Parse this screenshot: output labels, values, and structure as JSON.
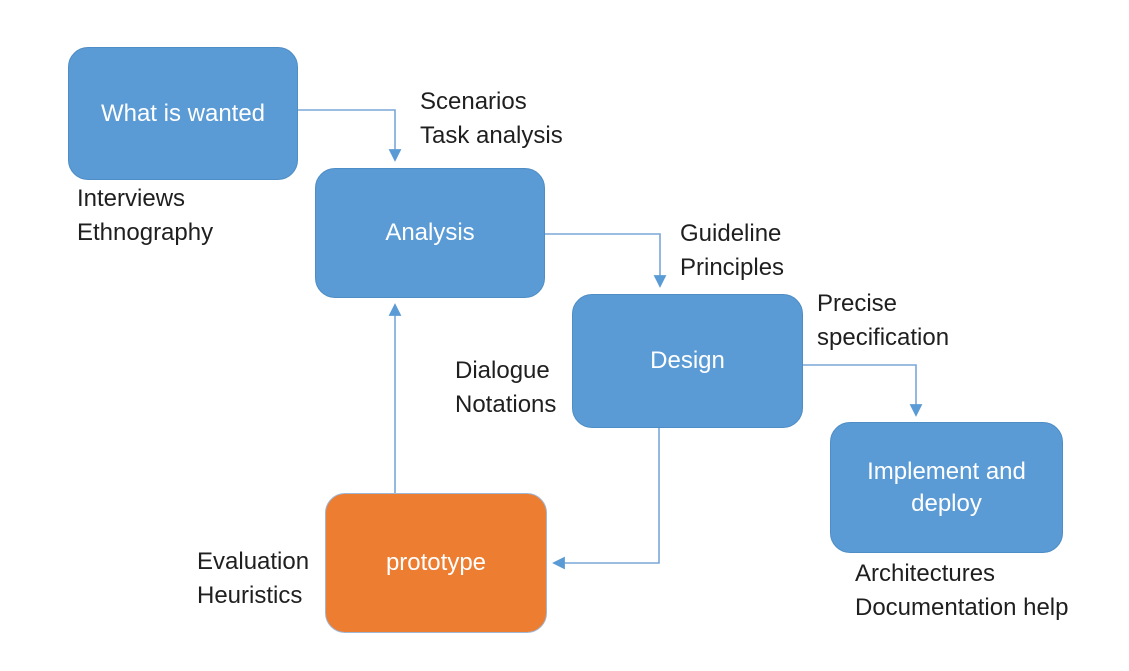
{
  "diagram": {
    "description": "Interaction design lifecycle flowchart",
    "colors": {
      "node_blue_fill": "#5B9BD5",
      "node_blue_border": "#4e8dc5",
      "node_orange_fill": "#ED7D31",
      "node_orange_border": "#9fb6d4",
      "connector": "#7aa7d9",
      "arrowhead": "#5B9BD5",
      "annotation_text": "#1f1f1f",
      "node_text": "#ffffff",
      "background": "#ffffff"
    },
    "nodes": [
      {
        "id": "what-is-wanted",
        "label": "What is wanted",
        "color": "blue"
      },
      {
        "id": "analysis",
        "label": "Analysis",
        "color": "blue"
      },
      {
        "id": "design",
        "label": "Design",
        "color": "blue"
      },
      {
        "id": "implement-deploy",
        "label": "Implement and deploy",
        "color": "blue"
      },
      {
        "id": "prototype",
        "label": "prototype",
        "color": "orange"
      }
    ],
    "annotations": [
      {
        "id": "interviews",
        "lines": [
          "Interviews",
          "Ethnography"
        ]
      },
      {
        "id": "scenarios",
        "lines": [
          "Scenarios",
          "Task analysis"
        ]
      },
      {
        "id": "guideline",
        "lines": [
          "Guideline",
          "Principles"
        ]
      },
      {
        "id": "dialogue",
        "lines": [
          "Dialogue",
          "Notations"
        ]
      },
      {
        "id": "precise",
        "lines": [
          "Precise",
          "specification"
        ]
      },
      {
        "id": "evaluation",
        "lines": [
          "Evaluation",
          "Heuristics"
        ]
      },
      {
        "id": "architectures",
        "lines": [
          "Architectures",
          "Documentation help"
        ]
      }
    ],
    "edges": [
      {
        "from": "what-is-wanted",
        "to": "analysis"
      },
      {
        "from": "analysis",
        "to": "design"
      },
      {
        "from": "design",
        "to": "implement-deploy"
      },
      {
        "from": "design",
        "to": "prototype"
      },
      {
        "from": "prototype",
        "to": "analysis"
      }
    ]
  }
}
